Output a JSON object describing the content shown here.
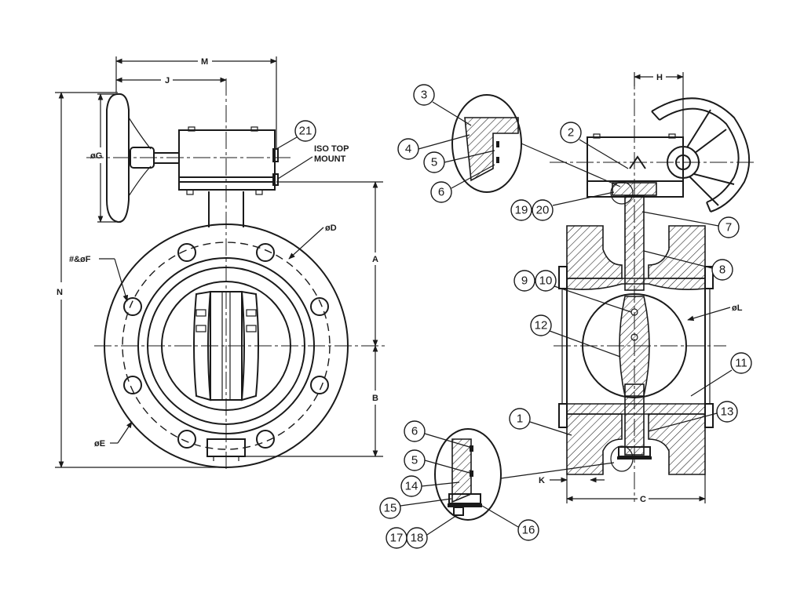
{
  "front_view": {
    "dimensions": {
      "M": "M",
      "J": "J",
      "N": "N",
      "A": "A",
      "B": "B",
      "G": "øG",
      "D": "øD",
      "E": "øE",
      "F": "#&øF"
    },
    "callout_21": "21",
    "iso_line1": "ISO TOP",
    "iso_line2": "MOUNT"
  },
  "section_view": {
    "dimensions": {
      "H": "H",
      "K": "K",
      "C": "C",
      "L": "øL"
    },
    "callouts": [
      "1",
      "2",
      "3",
      "4",
      "5",
      "6",
      "7",
      "8",
      "9",
      "10",
      "11",
      "12",
      "13",
      "14",
      "15",
      "16",
      "17",
      "18",
      "19",
      "20",
      "5",
      "6"
    ]
  }
}
